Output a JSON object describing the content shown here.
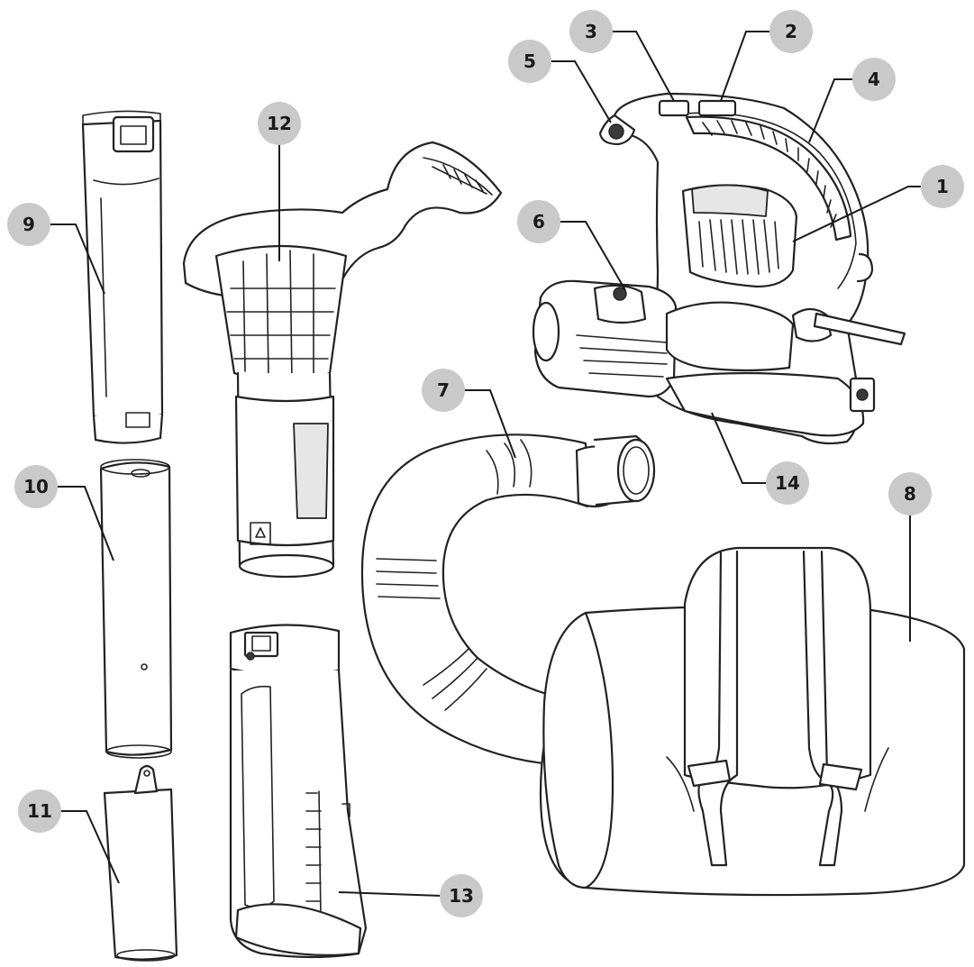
{
  "callouts": [
    {
      "id": "1",
      "label": "1"
    },
    {
      "id": "2",
      "label": "2"
    },
    {
      "id": "3",
      "label": "3"
    },
    {
      "id": "4",
      "label": "4"
    },
    {
      "id": "5",
      "label": "5"
    },
    {
      "id": "6",
      "label": "6"
    },
    {
      "id": "7",
      "label": "7"
    },
    {
      "id": "8",
      "label": "8"
    },
    {
      "id": "9",
      "label": "9"
    },
    {
      "id": "10",
      "label": "10"
    },
    {
      "id": "11",
      "label": "11"
    },
    {
      "id": "12",
      "label": "12"
    },
    {
      "id": "13",
      "label": "13"
    },
    {
      "id": "14",
      "label": "14"
    }
  ],
  "colors": {
    "badge_fill": "#c9c9c9",
    "line": "#222222",
    "background": "#ffffff"
  }
}
